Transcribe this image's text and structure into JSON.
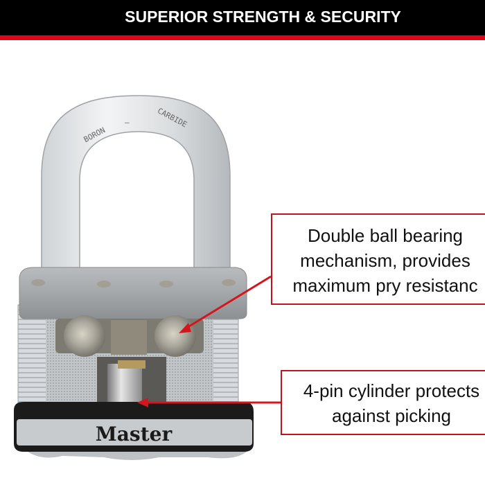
{
  "banner": {
    "title": "SUPERIOR STRENGTH & SECURITY",
    "background": "#000000",
    "stripe_color": "#e0061a"
  },
  "product": {
    "shackle_text_left": "BORON",
    "shackle_text_sep": "—",
    "shackle_text_right": "CARBIDE",
    "brand": "Master"
  },
  "callouts": [
    {
      "lines": [
        "Double ball bearing",
        "mechanism, provides",
        "maximum pry resistanc"
      ],
      "border_color": "#c0141c"
    },
    {
      "lines": [
        "4-pin cylinder protects",
        "against picking"
      ],
      "border_color": "#c0141c"
    }
  ]
}
